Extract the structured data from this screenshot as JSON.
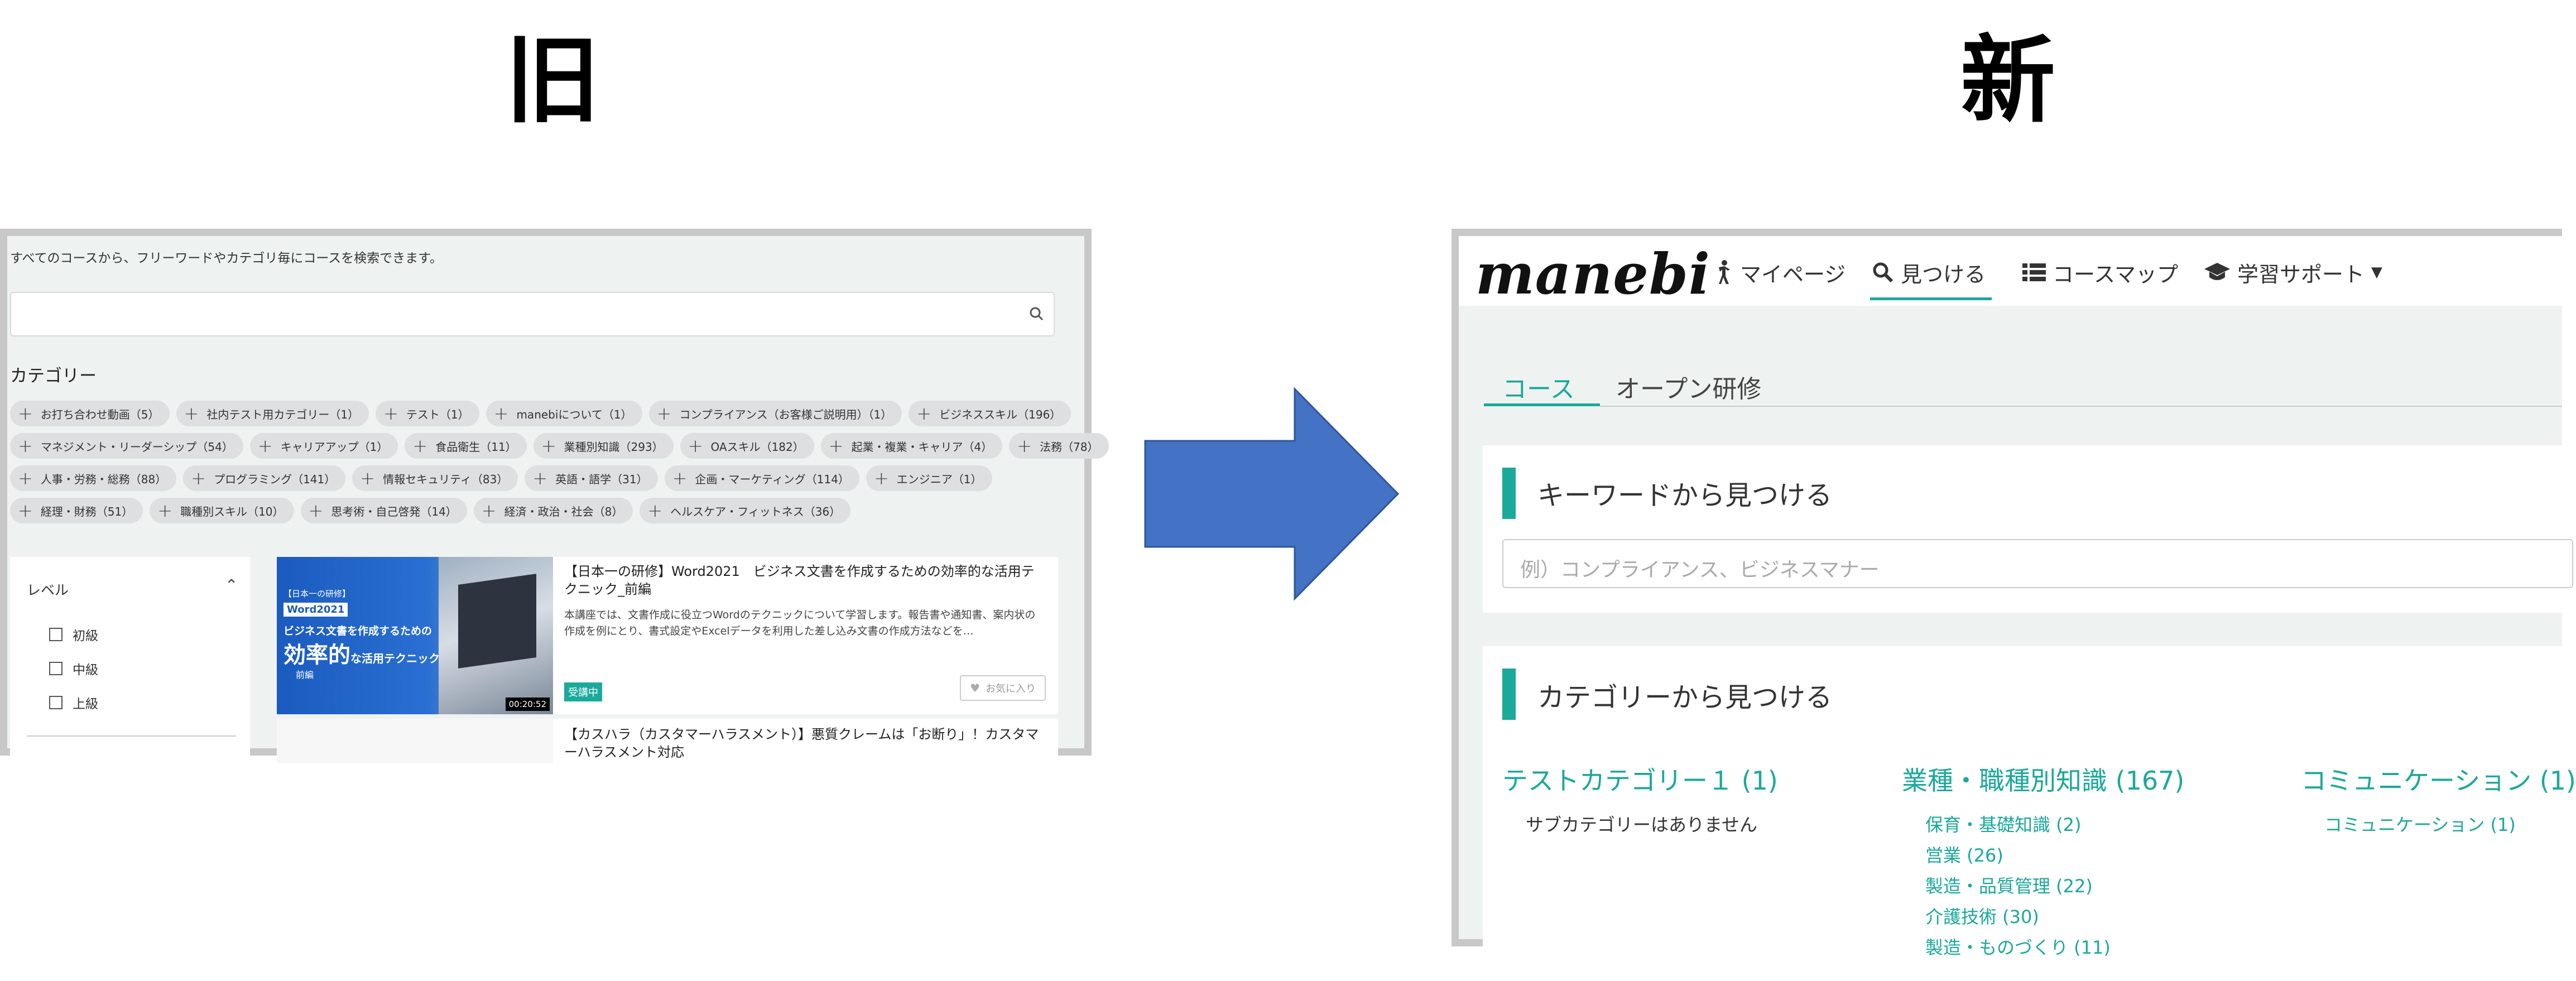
{
  "labels": {
    "old": "旧",
    "new": "新"
  },
  "old": {
    "description": "すべてのコースから、フリーワードやカテゴリ毎にコースを検索できます。",
    "category_title": "カテゴリー",
    "chip_rows": [
      [
        "お打ち合わせ動画（5）",
        "社内テスト用カテゴリー（1）",
        "テスト（1）",
        "manebiについて（1）",
        "コンプライアンス（お客様ご説明用）（1）",
        "ビジネススキル（196）"
      ],
      [
        "マネジメント・リーダーシップ（54）",
        "キャリアアップ（1）",
        "食品衛生（11）",
        "業種別知識（293）",
        "OAスキル（182）",
        "起業・複業・キャリア（4）",
        "法務（78）"
      ],
      [
        "人事・労務・総務（88）",
        "プログラミング（141）",
        "情報セキュリティ（83）",
        "英語・語学（31）",
        "企画・マーケティング（114）",
        "エンジニア（1）"
      ],
      [
        "経理・財務（51）",
        "職種別スキル（10）",
        "思考術・自己啓発（14）",
        "経済・政治・社会（8）",
        "ヘルスケア・フィットネス（36）"
      ]
    ],
    "level": {
      "title": "レベル",
      "options": [
        "初級",
        "中級",
        "上級"
      ]
    },
    "course1": {
      "title": "【日本一の研修】Word2021　ビジネス文書を作成するための効率的な活用テクニック_前編",
      "description": "本講座では、文書作成に役立つWordのテクニックについて学習します。報告書や通知書、案内状の作成を例にとり、書式設定やExcelデータを利用した差し込み文書の作成方法などを…",
      "badge": "受講中",
      "favorite": "お気に入り",
      "duration": "00:20:52",
      "thumb_line1": "【日本一の研修】",
      "thumb_line2": "Word2021",
      "thumb_line3": "ビジネス文書を作成するための",
      "thumb_line4_big": "効率的",
      "thumb_line4_small": "な活用テクニック",
      "thumb_line5": "前編"
    },
    "course2": {
      "title": "【カスハラ（カスタマーハラスメント）】悪質クレームは「お断り」！カスタマーハラスメント対応"
    }
  },
  "new": {
    "logo": "manebi",
    "nav": [
      {
        "label": "マイページ",
        "icon": "person-icon"
      },
      {
        "label": "見つける",
        "icon": "search-icon",
        "active": true
      },
      {
        "label": "コースマップ",
        "icon": "list-icon"
      },
      {
        "label": "学習サポート",
        "icon": "graduation-cap-icon",
        "dropdown": true
      }
    ],
    "tabs": [
      "コース",
      "オープン研修"
    ],
    "keyword_section": {
      "title": "キーワードから見つける",
      "placeholder": "例）コンプライアンス、ビジネスマナー"
    },
    "category_section": {
      "title": "カテゴリーから見つける",
      "columns": [
        {
          "heading": "テストカテゴリー１ (1)",
          "subs": [
            "サブカテゴリーはありません"
          ],
          "plain": true
        },
        {
          "heading": "業種・職種別知識 (167)",
          "subs": [
            "保育・基礎知識 (2)",
            "営業 (26)",
            "製造・品質管理 (22)",
            "介護技術 (30)",
            "製造・ものづくり (11)"
          ]
        },
        {
          "heading": "コミュニケーション (1)",
          "subs": [
            "コミュニケーション (1)"
          ]
        }
      ]
    }
  },
  "colors": {
    "accent": "#1aa99a",
    "arrow": "#4472c4",
    "arrow_border": "#2f5597",
    "frame": "#c8c8c8"
  }
}
